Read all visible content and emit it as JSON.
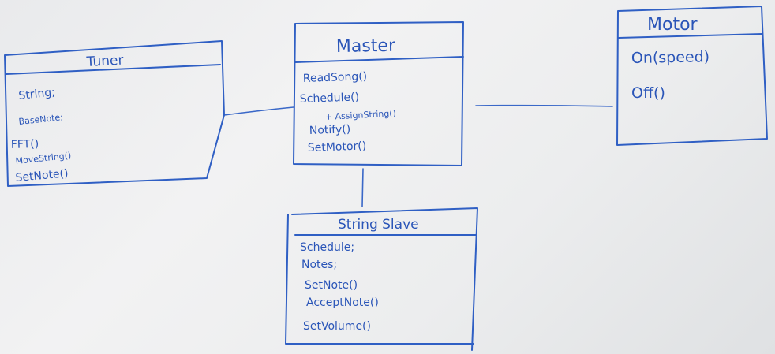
{
  "classes": {
    "tuner": {
      "name": "Tuner",
      "members": [
        "String;",
        "BaseNote;",
        "FFT()",
        "MoveString()",
        "SetNote()"
      ]
    },
    "master": {
      "name": "Master",
      "members": [
        "ReadSong()",
        "Schedule()",
        "+ AssignString()",
        "Notify()",
        "SetMotor()"
      ]
    },
    "motor": {
      "name": "Motor",
      "members": [
        "On(speed)",
        "Off()"
      ]
    },
    "string_slave": {
      "name": "String Slave",
      "members": [
        "Schedule;",
        "Notes;",
        "SetNote()",
        "AcceptNote()",
        "SetVolume()"
      ]
    }
  },
  "colors": {
    "marker": "#2a55b8",
    "board": "#ececed"
  }
}
